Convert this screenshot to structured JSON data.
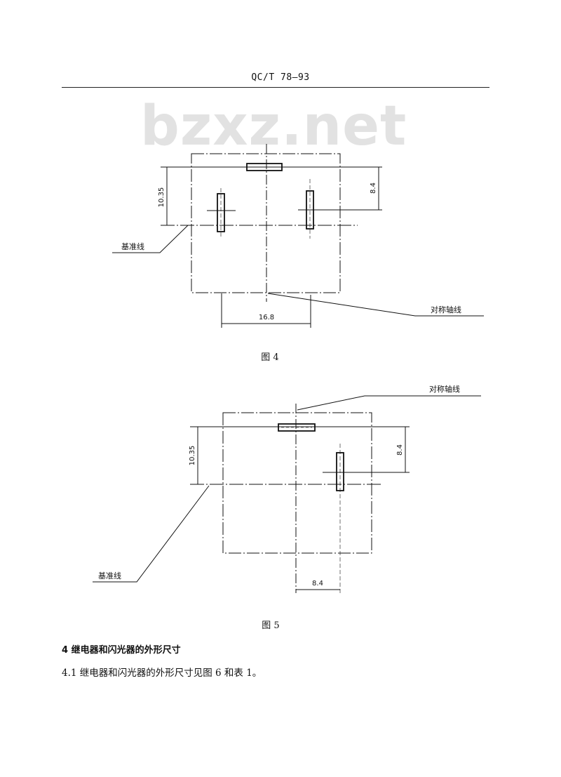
{
  "header": {
    "code": "QC/T 78—93"
  },
  "watermark": "bzxz.net",
  "figure4": {
    "caption": "图 4",
    "dim_height_left": "10.35",
    "dim_height_right": "8.4",
    "dim_width_bottom": "16.8",
    "label_reference": "基准线",
    "label_axis": "对称轴线"
  },
  "figure5": {
    "caption": "图 5",
    "dim_height_left": "10.35",
    "dim_height_right": "8.4",
    "dim_width_bottom": "8.4",
    "label_reference": "基准线",
    "label_axis": "对称轴线"
  },
  "section4": {
    "title": "4  继电器和闪光器的外形尺寸",
    "para_4_1": "4.1   继电器和闪光器的外形尺寸见图 6 和表 1。"
  }
}
